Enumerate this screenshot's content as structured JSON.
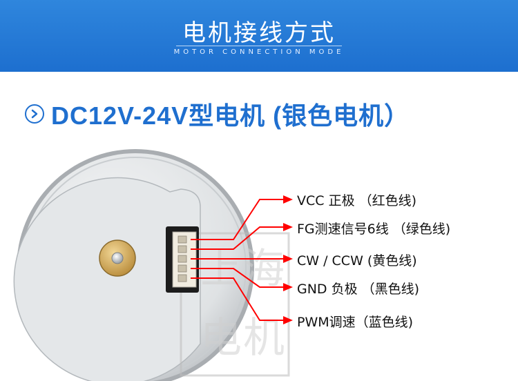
{
  "banner": {
    "title": "电机接线方式",
    "subtitle": "MOTOR CONNECTION MODE"
  },
  "heading": {
    "text": "DC12V-24V型电机 (银色电机）",
    "icon": "chevron-right-circle-icon"
  },
  "watermark": {
    "text": "上海电机"
  },
  "wires": [
    {
      "label": "VCC  正极  （红色线)",
      "color": "#ff0000"
    },
    {
      "label": "FG测速信号6线  （绿色线)",
      "color": "#ff0000"
    },
    {
      "label": "CW / CCW  (黄色线)",
      "color": "#ff0000"
    },
    {
      "label": "GND 负极  （黑色线)",
      "color": "#ff0000"
    },
    {
      "label": "PWM调速（蓝色线)",
      "color": "#ff0000"
    }
  ],
  "colors": {
    "banner": "#1f6fcf",
    "heading": "#1f6fcf",
    "arrow": "#ff0000"
  }
}
